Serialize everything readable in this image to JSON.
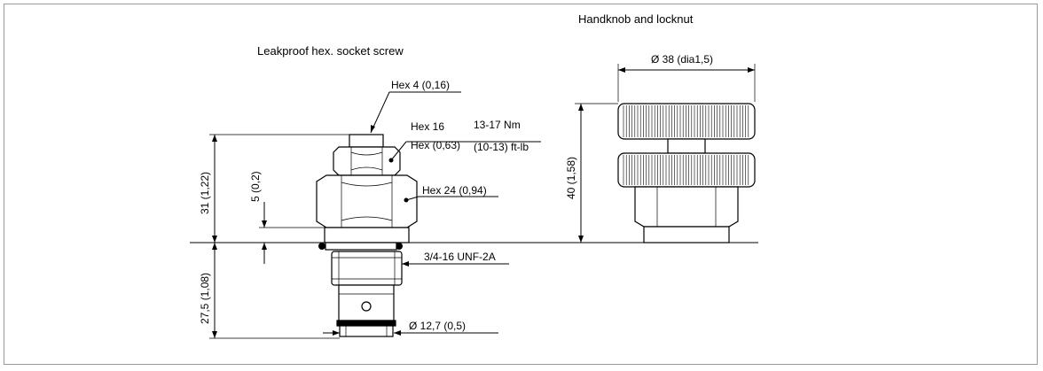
{
  "labels": {
    "handknob_title": "Handknob and locknut",
    "screw_title": "Leakproof hex. socket screw",
    "hex4": "Hex  4 (0,16)",
    "hex16": "Hex 16",
    "hex16_in": "Hex (0,63)",
    "torque_nm": "13-17 Nm",
    "torque_ftlb": "(10-13) ft-lb",
    "hex24": "Hex  24 (0,94)",
    "thread": "3/4-16 UNF-2A",
    "diameter_small": "Ø  12,7 (0,5)",
    "diameter_knob": "Ø 38 (dia1,5)",
    "dim_31": "31 (1,22)",
    "dim_5": "5 (0,2)",
    "dim_275": "27,5 (1,08)",
    "dim_40": "40 (1,58)"
  }
}
